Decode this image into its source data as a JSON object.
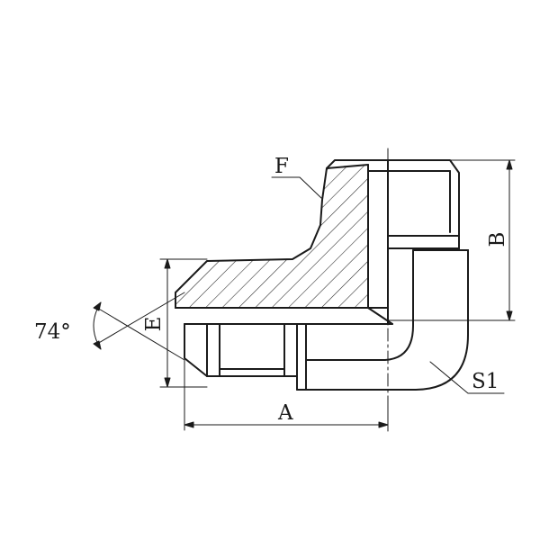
{
  "labels": {
    "angle": "74°",
    "E": "E",
    "F": "F",
    "B": "B",
    "A": "A",
    "S1": "S1"
  }
}
